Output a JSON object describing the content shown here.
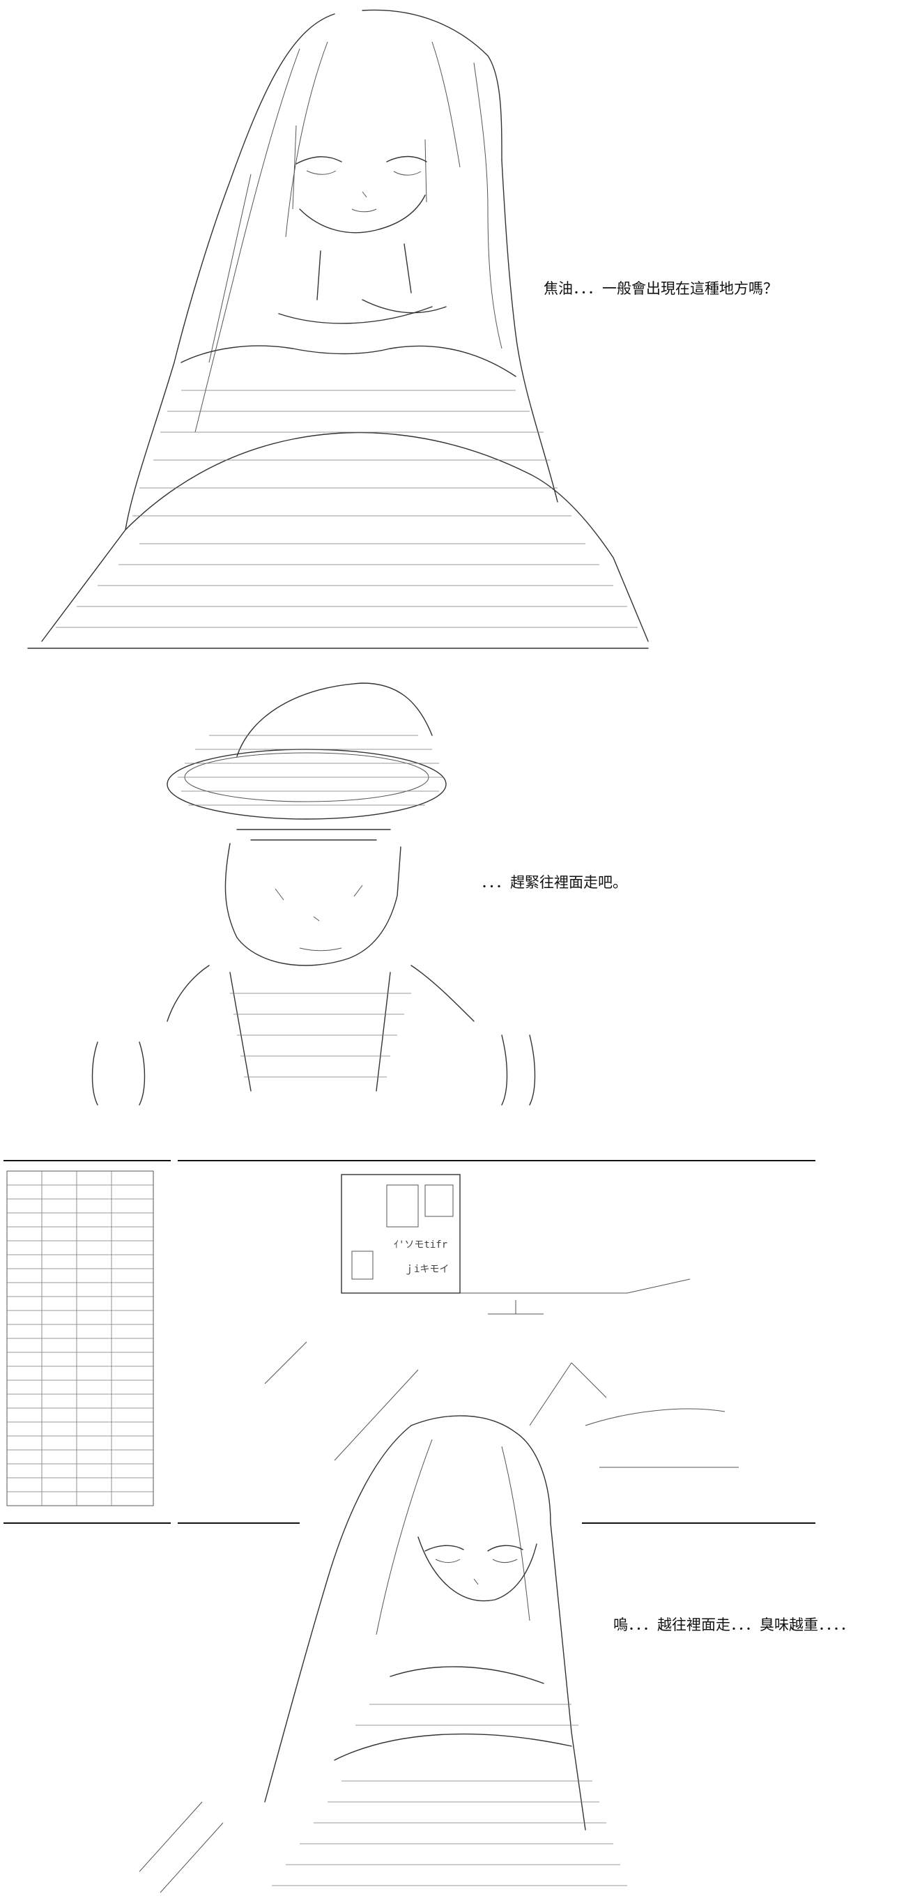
{
  "panels": [
    {
      "dialogue": "焦油．．．一般會出現在這種地方嗎？"
    },
    {
      "dialogue": "．．．趕緊往裡面走吧。"
    },
    {
      "dialogue": "嗚．．．越往裡面走．．．臭味越重．．．．"
    }
  ],
  "sign_text": [
    "ｲ'ソモtifr",
    "ｊiキモイ"
  ]
}
